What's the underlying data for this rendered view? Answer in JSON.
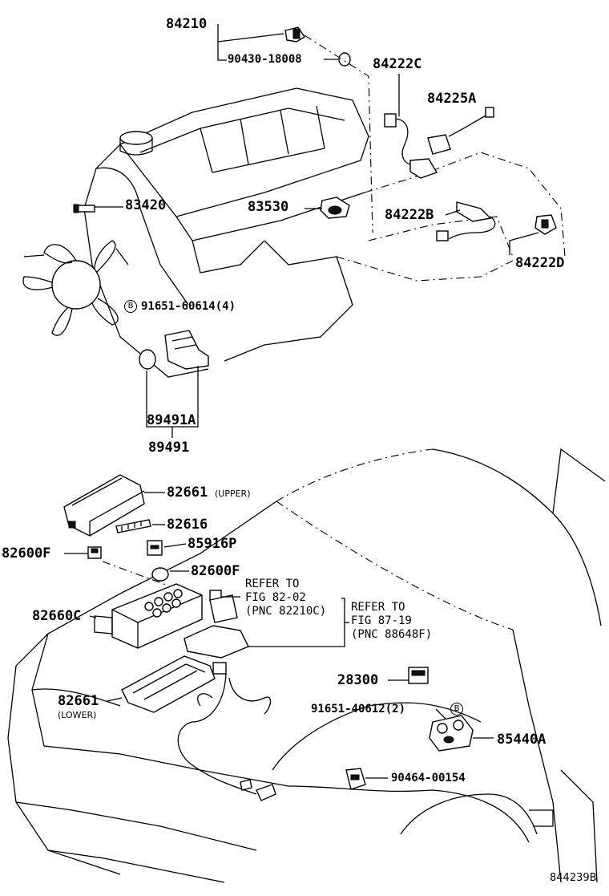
{
  "labels": {
    "p84210": "84210",
    "p90430": "90430-18008",
    "p84222c": "84222C",
    "p84225a": "84225A",
    "p83420": "83420",
    "p83530": "83530",
    "p84222b": "84222B",
    "p84222d": "84222D",
    "p91651_60614": "91651-60614(4)",
    "p89491a": "89491A",
    "p89491": "89491",
    "p82661_upper": "82661",
    "p82661_upper_note": "(UPPER)",
    "p82616": "82616",
    "p82600f_left": "82600F",
    "p85916p": "85916P",
    "p82600f": "82600F",
    "refer1_line1": "REFER TO",
    "refer1_line2": "FIG 82-02",
    "refer1_line3": "(PNC 82210C)",
    "refer2_line1": "REFER TO",
    "refer2_line2": "FIG 87-19",
    "refer2_line3": "(PNC 88648F)",
    "p82660c": "82660C",
    "p28300": "28300",
    "p82661_lower": "82661",
    "p82661_lower_note": "(LOWER)",
    "p91651_40612": "91651-40612(2)",
    "p85440a": "85440A",
    "p90464": "90464-00154",
    "figure_id": "844239B",
    "bolt_marker": "B"
  }
}
